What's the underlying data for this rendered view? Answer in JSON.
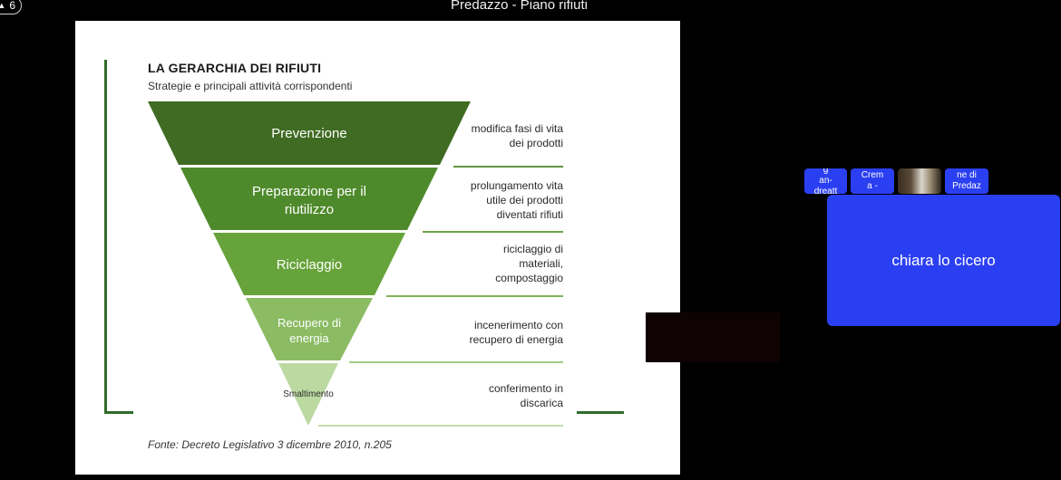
{
  "top_bar": {
    "participant_count": "6",
    "meeting_title": "Predazzo - Piano rifiuti"
  },
  "slide": {
    "title": "LA GERARCHIA DEI RIFIUTI",
    "subtitle": "Strategie e principali attività corrispondenti",
    "levels": [
      {
        "name": "Prevenzione",
        "activity": "modifica fasi di vita\ndei prodotti",
        "color": "#3f6b22"
      },
      {
        "name": "Preparazione per il\nriutilizzo",
        "activity": "prolungamento vita\nutile dei prodotti\ndiventati rifiuti",
        "color": "#4e8a2b"
      },
      {
        "name": "Riciclaggio",
        "activity": "riciclaggio di\nmateriali,\ncompostaggio",
        "color": "#66a33a"
      },
      {
        "name": "Recupero di\nenergia",
        "activity": "incenerimento con\nrecupero di energia",
        "color": "#8bbb63"
      },
      {
        "name": "Smaltimento",
        "activity": "conferimento in\ndiscarica",
        "color": "#bcd9a2"
      }
    ],
    "source": "Fonte: Decreto Legislativo 3 dicembre 2010, n.205",
    "accent_color": "#2e6b2a"
  },
  "participants": {
    "tiles": [
      {
        "label": "g\nan-\ndreatt"
      },
      {
        "label": "Crem\na -"
      },
      {
        "label": ""
      },
      {
        "label": "ne di\nPredaz"
      }
    ],
    "active_speaker": "chiara lo cicero",
    "tile_color": "#2b3ff2"
  }
}
